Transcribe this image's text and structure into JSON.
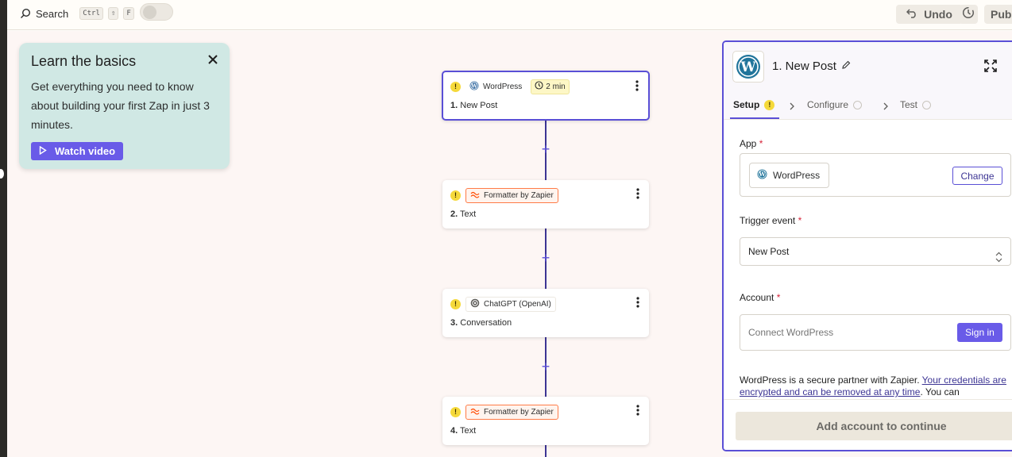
{
  "topbar": {
    "search_label": "Search",
    "shortcut_keys": [
      "Ctrl",
      "⇧",
      "F"
    ],
    "undo_label": "Undo",
    "publish_label": "Pub"
  },
  "learn": {
    "title": "Learn the basics",
    "body": "Get everything you need to know about building your first Zap in just 3 minutes.",
    "watch_label": "Watch video"
  },
  "steps": [
    {
      "app": "WordPress",
      "time": "2 min",
      "number": "1.",
      "title": "New Post"
    },
    {
      "app": "Formatter by Zapier",
      "number": "2.",
      "title": "Text"
    },
    {
      "app": "ChatGPT (OpenAI)",
      "number": "3.",
      "title": "Conversation"
    },
    {
      "app": "Formatter by Zapier",
      "number": "4.",
      "title": "Text"
    }
  ],
  "panel": {
    "title": "1. New Post",
    "tabs": [
      "Setup",
      "Configure",
      "Test"
    ],
    "app_label": "App",
    "app_value": "WordPress",
    "change_label": "Change",
    "trigger_label": "Trigger event",
    "trigger_value": "New Post",
    "account_label": "Account",
    "account_placeholder": "Connect WordPress",
    "signin_label": "Sign in",
    "partner_text_1": "WordPress is a secure partner with Zapier. ",
    "partner_link": "Your credentials are encrypted and can be removed at any time",
    "partner_text_2": ". You can",
    "continue_label": "Add account to continue",
    "required_mark": "*"
  },
  "colors": {
    "accent": "#695be8",
    "active_border": "#5a4fd6",
    "warning": "#f5d93a",
    "formatter_orange": "#ff7b47",
    "learn_bg": "#d0e8e4"
  }
}
